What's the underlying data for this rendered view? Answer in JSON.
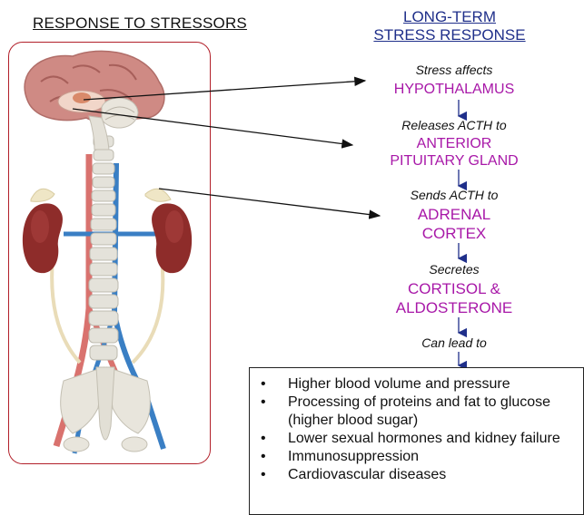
{
  "titles": {
    "left": "RESPONSE TO STRESSORS",
    "right_line1": "LONG-TERM",
    "right_line2": "STRESS RESPONSE"
  },
  "steps": [
    {
      "label": "Stress affects",
      "organ_lines": [
        "HYPOTHALAMUS"
      ]
    },
    {
      "label": "Releases ACTH to",
      "organ_lines": [
        "ANTERIOR",
        "PITUITARY GLAND"
      ]
    },
    {
      "label": "Sends ACTH to",
      "organ_lines": [
        "ADRENAL",
        "CORTEX"
      ]
    },
    {
      "label": "Secretes",
      "organ_lines": [
        "CORTISOL &",
        "ALDOSTERONE"
      ]
    },
    {
      "label": "Can lead to",
      "organ_lines": []
    }
  ],
  "effects": [
    "Higher blood volume and pressure",
    "Processing of proteins and fat to glucose (higher blood sugar)",
    "Lower sexual hormones and kidney failure",
    "Immunosuppression",
    "Cardiovascular diseases"
  ],
  "colors": {
    "organ_text": "#a818a8",
    "title_right": "#1f2f8a",
    "frame": "#b2202a",
    "flow_arrow": "#1f2f8a",
    "pointer_arrow": "#111111"
  },
  "illustration": {
    "parts": [
      "brain",
      "spinal-column",
      "kidneys",
      "adrenal-glands",
      "artery",
      "vein",
      "pelvis"
    ]
  }
}
